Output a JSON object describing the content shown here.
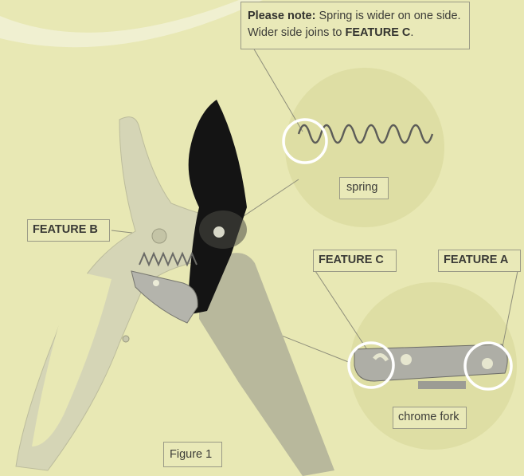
{
  "note": {
    "prefix": "Please note:",
    "text_before": " Spring is wider on one side. Wider side joins to ",
    "feature": "FEATURE C",
    "suffix": "."
  },
  "labels": {
    "feature_b": "FEATURE B",
    "feature_c": "FEATURE C",
    "feature_a": "FEATURE A",
    "spring": "spring",
    "chrome_fork": "chrome fork",
    "figure": "Figure 1"
  },
  "colors": {
    "background": "#e8e8b4",
    "circle": "#dedea3",
    "handle": "#cfcfae",
    "blade": "#111111",
    "chrome": "#a9a9a3"
  }
}
